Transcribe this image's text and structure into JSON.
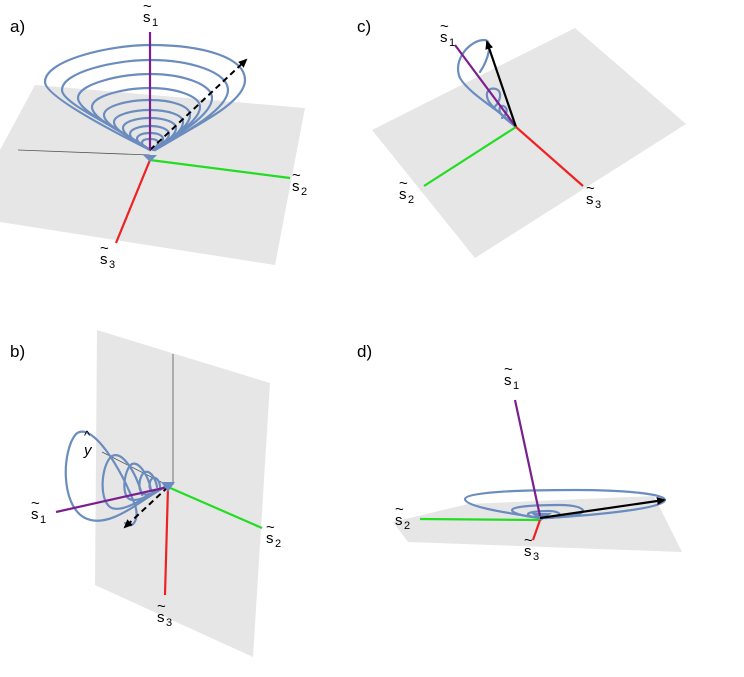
{
  "panels": [
    {
      "label": "a)",
      "axes": {
        "s1": "s",
        "s1_sub": "1",
        "s2": "s",
        "s2_sub": "2",
        "s3": "s",
        "s3_sub": "3"
      },
      "extra_label": ""
    },
    {
      "label": "b)",
      "axes": {
        "s1": "s",
        "s1_sub": "1",
        "s2": "s",
        "s2_sub": "2",
        "s3": "s",
        "s3_sub": "3"
      },
      "extra_label": "y"
    },
    {
      "label": "c)",
      "axes": {
        "s1": "s",
        "s1_sub": "1",
        "s2": "s",
        "s2_sub": "2",
        "s3": "s",
        "s3_sub": "3"
      },
      "extra_label": ""
    },
    {
      "label": "d)",
      "axes": {
        "s1": "s",
        "s1_sub": "1",
        "s2": "s",
        "s2_sub": "2",
        "s3": "s",
        "s3_sub": "3"
      },
      "extra_label": ""
    }
  ],
  "colors": {
    "axis_s1": "#7b1f8f",
    "axis_s2": "#22dd22",
    "axis_s3": "#ee2222",
    "spiral": "#6b8cbe",
    "plane": "#e6e6e6",
    "arrow": "#000000"
  }
}
